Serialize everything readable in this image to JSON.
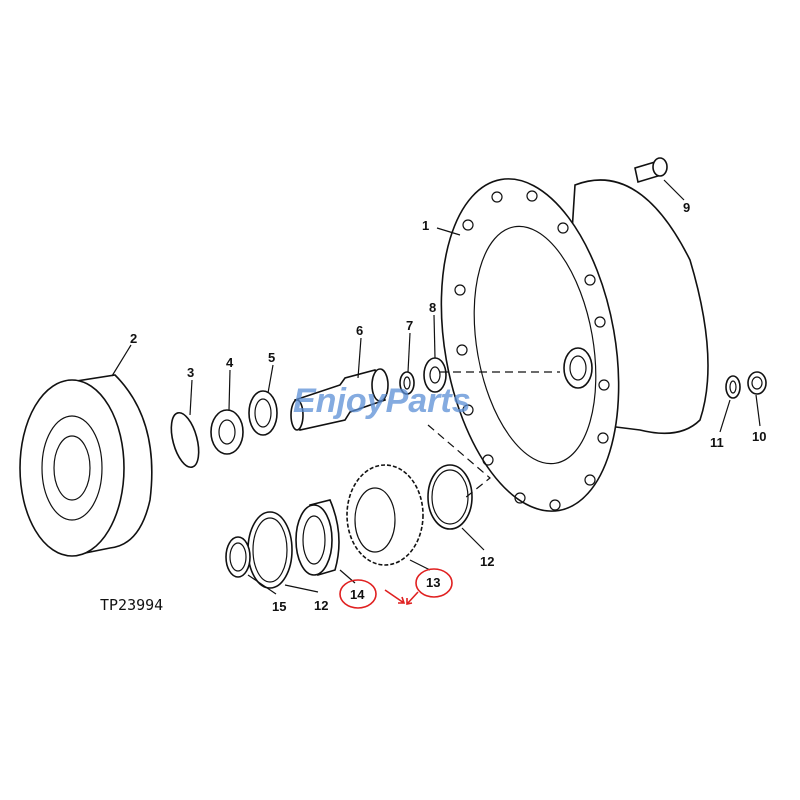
{
  "diagram": {
    "figure_code": "TP23994",
    "watermark": "EnjoyParts",
    "callouts": [
      {
        "id": "1",
        "label": "1"
      },
      {
        "id": "2",
        "label": "2"
      },
      {
        "id": "3",
        "label": "3"
      },
      {
        "id": "4",
        "label": "4"
      },
      {
        "id": "5",
        "label": "5"
      },
      {
        "id": "6",
        "label": "6"
      },
      {
        "id": "7",
        "label": "7"
      },
      {
        "id": "8",
        "label": "8"
      },
      {
        "id": "9",
        "label": "9"
      },
      {
        "id": "10",
        "label": "10"
      },
      {
        "id": "11",
        "label": "11"
      },
      {
        "id": "12a",
        "label": "12"
      },
      {
        "id": "12b",
        "label": "12"
      },
      {
        "id": "13",
        "label": "13",
        "highlighted": true
      },
      {
        "id": "14",
        "label": "14",
        "highlighted": true
      },
      {
        "id": "15",
        "label": "15"
      }
    ],
    "highlight_color": "#e02020"
  }
}
